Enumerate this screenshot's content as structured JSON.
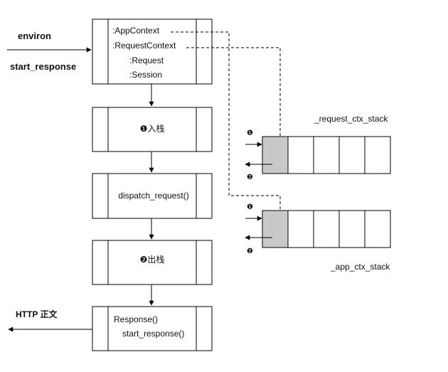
{
  "inputs": {
    "environ": "environ",
    "start_response": "start_response"
  },
  "context_box": {
    "app_context": ":AppContext",
    "request_context": ":RequestContext",
    "request": ":Request",
    "session": ":Session"
  },
  "steps": {
    "push": "❶入栈",
    "dispatch": "dispatch_request()",
    "pop": "❷出栈"
  },
  "response_box": {
    "response": "Response()",
    "start_response": "start_response()"
  },
  "output": {
    "http_body": "HTTP 正文"
  },
  "stacks": {
    "request_ctx_stack": {
      "label": "_request_ctx_stack",
      "push_marker": "❶",
      "pop_marker": "❷"
    },
    "app_ctx_stack": {
      "label": "_app_ctx_stack",
      "push_marker": "❶",
      "pop_marker": "❷"
    }
  }
}
